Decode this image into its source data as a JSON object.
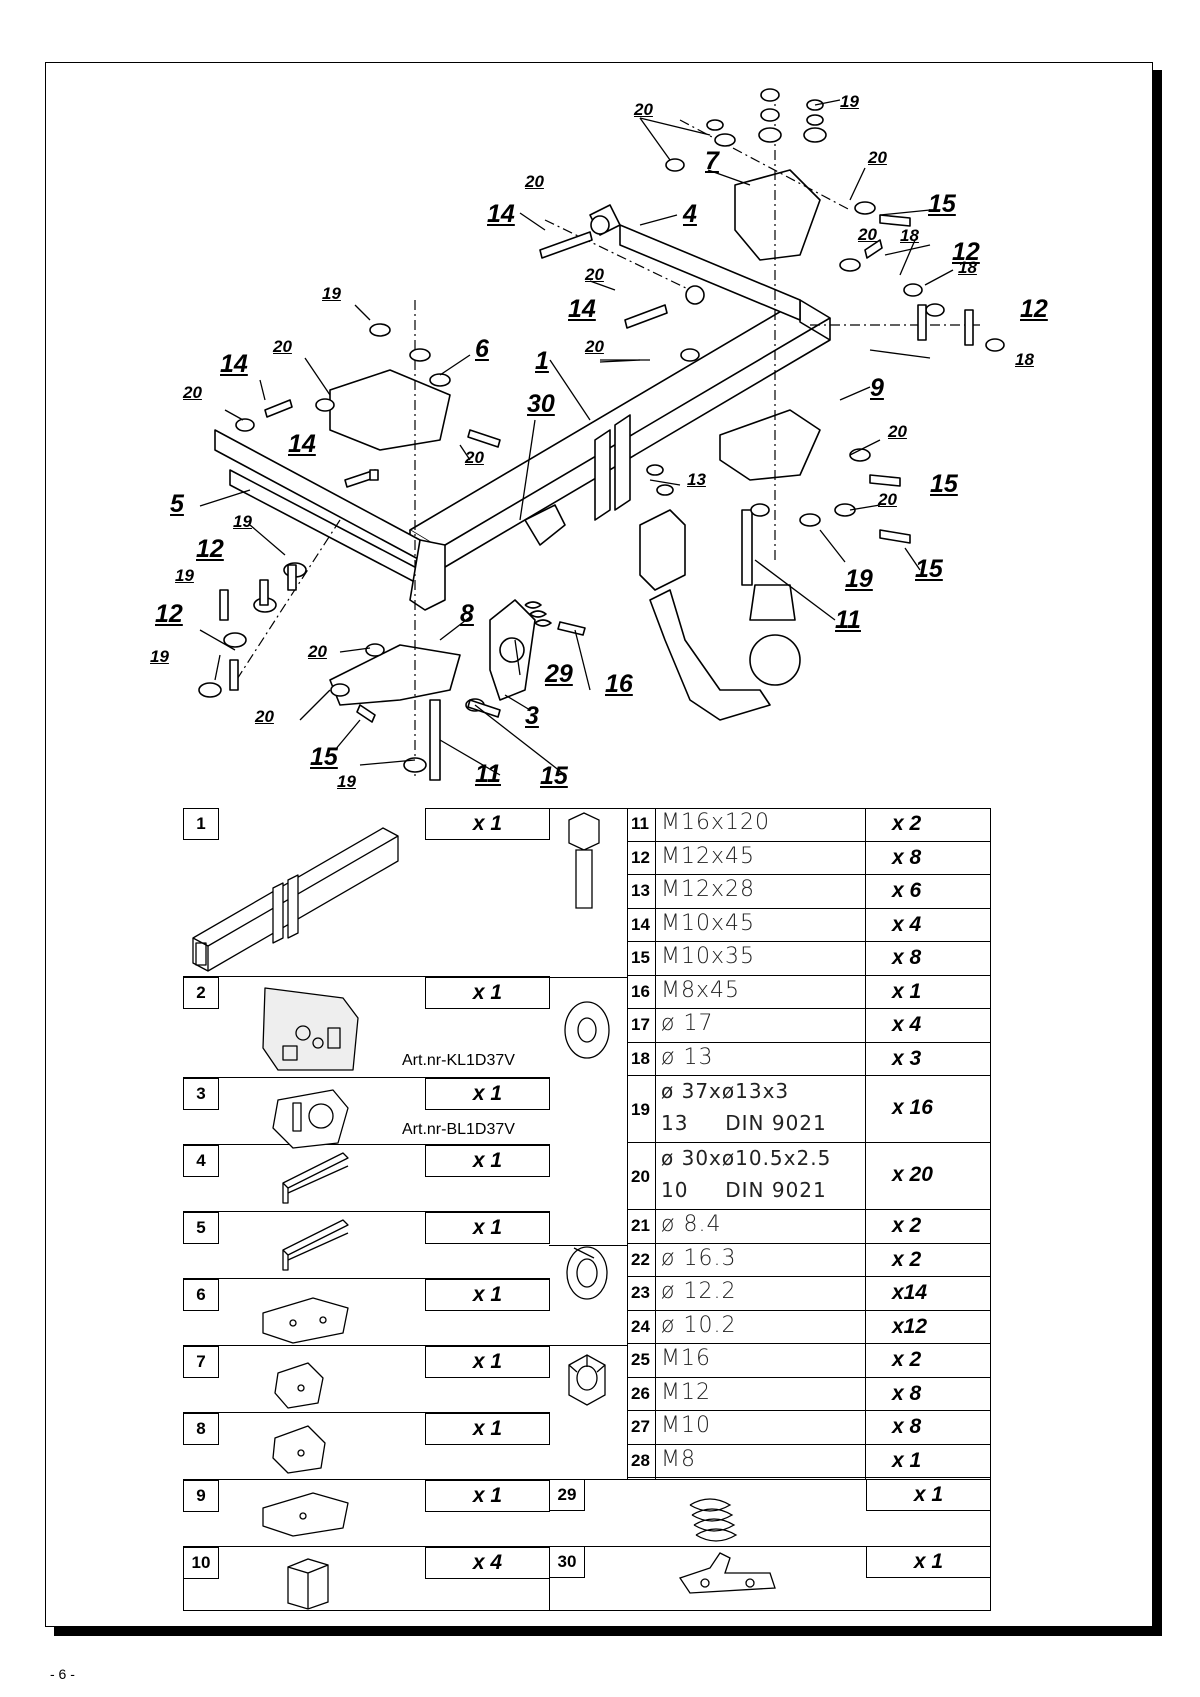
{
  "page_number": "- 6 -",
  "callouts": {
    "c20a": "20",
    "c19a": "19",
    "c7": "7",
    "c20b": "20",
    "c15a": "15",
    "c20c": "20",
    "c14a": "14",
    "c4": "4",
    "c18a": "18",
    "c12a": "12",
    "c18b": "18",
    "c20d": "20",
    "c14b": "14",
    "c12b": "12",
    "c18c": "18",
    "c19b": "19",
    "c20e": "20",
    "c6": "6",
    "c1": "1",
    "c14c": "14",
    "c20f": "20",
    "c9": "9",
    "c30": "30",
    "c20g": "20",
    "c20h": "20",
    "c14d": "14",
    "c15b": "15",
    "c5": "5",
    "c13": "13",
    "c20i": "20",
    "c19c": "19",
    "c12c": "12",
    "c19d": "19",
    "c15c": "15",
    "c19e": "19",
    "c11a": "11",
    "c12d": "12",
    "c8": "8",
    "c20j": "20",
    "c19f": "19",
    "c29": "29",
    "c16": "16",
    "c20k": "20",
    "c3": "3",
    "c15d": "15",
    "c19g": "19",
    "c11b": "11",
    "c15e": "15"
  },
  "parts": [
    {
      "num": "1",
      "qty": "x 1"
    },
    {
      "num": "2",
      "qty": "x 1",
      "art": "Art.nr-KL1D37V"
    },
    {
      "num": "3",
      "qty": "x 1",
      "art": "Art.nr-BL1D37V"
    },
    {
      "num": "4",
      "qty": "x 1"
    },
    {
      "num": "5",
      "qty": "x 1"
    },
    {
      "num": "6",
      "qty": "x 1"
    },
    {
      "num": "7",
      "qty": "x 1"
    },
    {
      "num": "8",
      "qty": "x 1"
    },
    {
      "num": "9",
      "qty": "x 1"
    },
    {
      "num": "10",
      "qty": "x 4"
    }
  ],
  "hardware": [
    {
      "num": "11",
      "spec": "M16x120",
      "qty": "x 2"
    },
    {
      "num": "12",
      "spec": "M12x45",
      "qty": "x 8"
    },
    {
      "num": "13",
      "spec": "M12x28",
      "qty": "x 6"
    },
    {
      "num": "14",
      "spec": "M10x45",
      "qty": "x 4"
    },
    {
      "num": "15",
      "spec": "M10x35",
      "qty": "x 8"
    },
    {
      "num": "16",
      "spec": "M8x45",
      "qty": "x 1"
    },
    {
      "num": "17",
      "spec": "ø 17",
      "qty": "x 4"
    },
    {
      "num": "18",
      "spec": "ø 13",
      "qty": "x 3"
    },
    {
      "num": "19",
      "spec": "ø 37xø13x3",
      "spec2": "13     DIN 9021",
      "qty": "x 16"
    },
    {
      "num": "20",
      "spec": "ø 30xø10.5x2.5",
      "spec2": "10     DIN 9021",
      "qty": "x 20"
    },
    {
      "num": "21",
      "spec": "ø 8.4",
      "qty": "x 2"
    },
    {
      "num": "22",
      "spec": "ø 16.3",
      "qty": "x 2"
    },
    {
      "num": "23",
      "spec": "ø 12.2",
      "qty": "x14"
    },
    {
      "num": "24",
      "spec": "ø 10.2",
      "qty": "x12"
    },
    {
      "num": "25",
      "spec": "M16",
      "qty": "x 2"
    },
    {
      "num": "26",
      "spec": "M12",
      "qty": "x 8"
    },
    {
      "num": "27",
      "spec": "M10",
      "qty": "x 8"
    },
    {
      "num": "28",
      "spec": "M8",
      "qty": "x 1"
    },
    {
      "num": "29",
      "qty": "x 1"
    },
    {
      "num": "30",
      "qty": "x 1"
    }
  ]
}
